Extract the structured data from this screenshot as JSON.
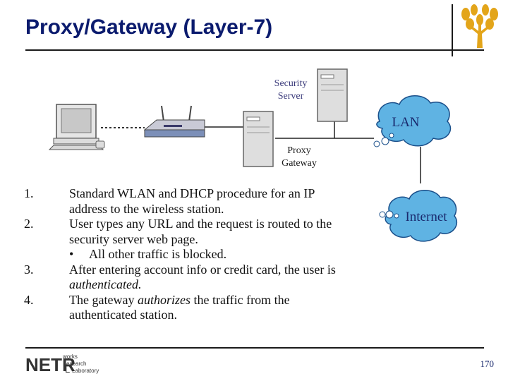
{
  "header": {
    "title": "Proxy/Gateway (Layer-7)"
  },
  "diagram": {
    "security_server_label": "Security Server",
    "proxy_gateway_label": "Proxy Gateway",
    "lan_label": "LAN",
    "internet_label": "Internet",
    "icons": [
      "desktop-computer-icon",
      "wireless-router-icon",
      "server-icon",
      "cloud-icon",
      "tree-logo-icon",
      "netrl-logo"
    ]
  },
  "steps": {
    "s1_num": "1.",
    "s1_line1": "Standard WLAN and DHCP procedure for an IP",
    "s1_line2": "address to the wireless station.",
    "s2_num": "2.",
    "s2_line1": "User types any URL and the request is routed to the",
    "s2_line2": "security server web page.",
    "s2_bullet": "•",
    "s2_sub": "All other traffic is blocked.",
    "s3_num": "3.",
    "s3_line1": "After entering account info or credit card, the user is",
    "s3_line2": "authenticated.",
    "s4_num": "4.",
    "s4_pre": "The gateway ",
    "s4_em": "authorizes",
    "s4_post": " the traffic from the",
    "s4_line2": "authenticated station."
  },
  "footer": {
    "page_number": "170",
    "logo_big": "NETR",
    "logo_small_1": "works",
    "logo_small_2": "esearch",
    "logo_small_3": "Laboratory",
    "logo_small_4": "L"
  }
}
